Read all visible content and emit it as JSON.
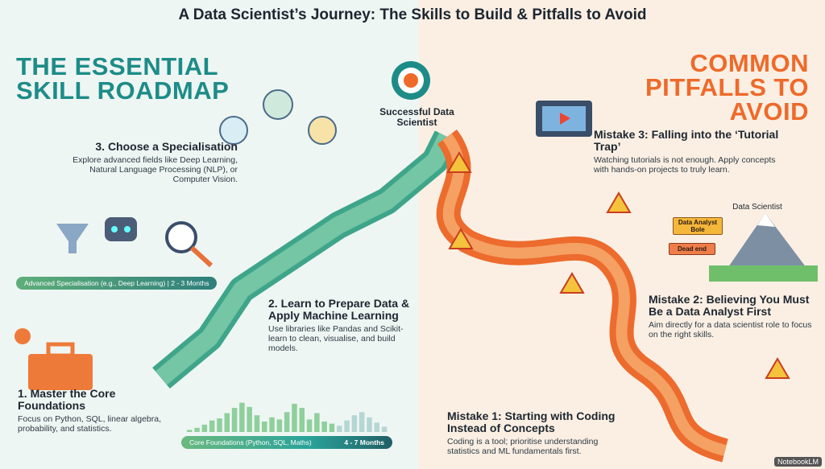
{
  "title": "A Data Scientist’s Journey: The Skills to Build & Pitfalls to Avoid",
  "left": {
    "heading_1": "THE ESSENTIAL",
    "heading_2": "SKILL ROADMAP",
    "steps": [
      {
        "title": "1. Master the Core Foundations",
        "desc": "Focus on Python, SQL, linear algebra, probability, and statistics."
      },
      {
        "title": "2. Learn to Prepare Data & Apply Machine Learning",
        "desc": "Use libraries like Pandas and Scikit-learn to clean, visualise, and build models."
      },
      {
        "title": "3. Choose a Specialisation",
        "desc": "Explore advanced fields like Deep Learning, Natural Language Processing (NLP), or Computer Vision."
      }
    ],
    "advanced_pill": "Advanced Specialisation (e.g., Deep Learning) | 2 - 3 Months",
    "core_pill_label": "Core Foundations (Python, SQL, Maths)",
    "core_pill_duration": "4 - 7 Months"
  },
  "goal": "Successful Data Scientist",
  "right": {
    "heading_1": "COMMON",
    "heading_2": "PITFALLS TO",
    "heading_3": "AVOID",
    "mistakes": [
      {
        "title": "Mistake 1: Starting with Coding Instead of Concepts",
        "desc": "Coding is a tool; prioritise understanding statistics and ML fundamentals first."
      },
      {
        "title": "Mistake 2: Believing You Must Be a Data Analyst First",
        "desc": "Aim directly for a data scientist role to focus on the right skills."
      },
      {
        "title": "Mistake 3: Falling into the ‘Tutorial Trap’",
        "desc": "Watching tutorials is not enough. Apply concepts with hands-on projects to truly learn."
      }
    ],
    "sign_top": "Data Analyst Bole",
    "sign_bottom": "Dead end",
    "mountain_label": "Data Scientist"
  },
  "watermark": "NotebookLM",
  "colors": {
    "teal": "#1d8c88",
    "orange": "#ee6a2a"
  }
}
